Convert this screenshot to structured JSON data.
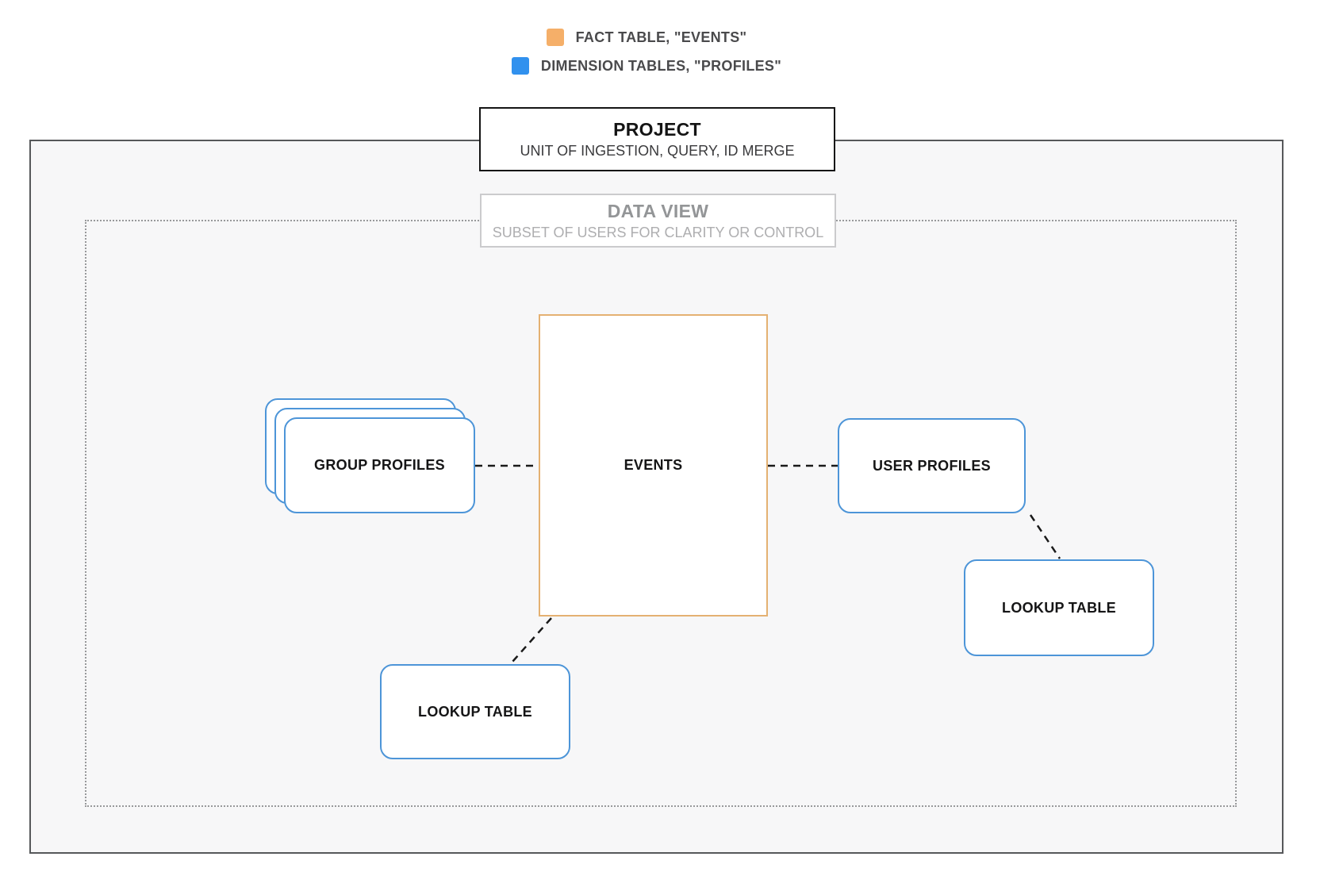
{
  "legend": {
    "items": [
      {
        "id": "fact",
        "label": "FACT TABLE, \"EVENTS\"",
        "color": "#F5AF69"
      },
      {
        "id": "dimension",
        "label": "DIMENSION TABLES, \"PROFILES\"",
        "color": "#3191EE"
      }
    ]
  },
  "project_box": {
    "title": "PROJECT",
    "subtitle": "UNIT OF INGESTION, QUERY, ID MERGE"
  },
  "data_view_box": {
    "title": "DATA VIEW",
    "subtitle": "SUBSET OF USERS FOR CLARITY OR CONTROL"
  },
  "nodes": {
    "events": {
      "label": "EVENTS",
      "category": "fact-table",
      "border_color": "#E4B172"
    },
    "group_profiles": {
      "label": "GROUP PROFILES",
      "category": "dimension-table",
      "border_color": "#4D95D8",
      "stacked": true
    },
    "user_profiles": {
      "label": "USER PROFILES",
      "category": "dimension-table",
      "border_color": "#4D95D8"
    },
    "lookup_table_bottom": {
      "label": "LOOKUP TABLE",
      "category": "dimension-table",
      "border_color": "#4D95D8"
    },
    "lookup_table_right": {
      "label": "LOOKUP TABLE",
      "category": "dimension-table",
      "border_color": "#4D95D8"
    }
  },
  "edges": [
    {
      "from": "group_profiles",
      "to": "events",
      "style": "dashed"
    },
    {
      "from": "events",
      "to": "user_profiles",
      "style": "dashed"
    },
    {
      "from": "events",
      "to": "lookup_table_bottom",
      "style": "dashed"
    },
    {
      "from": "user_profiles",
      "to": "lookup_table_right",
      "style": "dashed"
    }
  ]
}
